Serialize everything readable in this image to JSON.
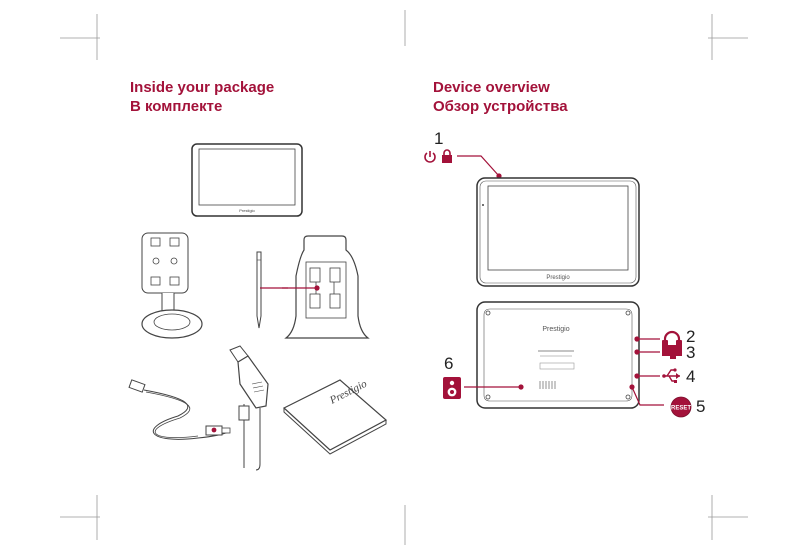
{
  "colors": {
    "accent": "#a3123a",
    "line": "#444444",
    "crop": "#999999"
  },
  "left": {
    "title_en": "Inside your package",
    "title_ru": "В комплекте",
    "items": [
      "device",
      "suction-mount",
      "stylus",
      "mount-holder",
      "usb-cable",
      "car-charger",
      "user-manual"
    ],
    "device_brand": "Prestigio",
    "manual_brand": "Prestigio"
  },
  "right": {
    "title_en": "Device overview",
    "title_ru": "Обзор устройства",
    "device_brand": "Prestigio",
    "callouts": [
      {
        "number": "1",
        "icons": [
          "power-icon",
          "lock-icon"
        ]
      },
      {
        "number": "2",
        "icons": [
          "headphones-icon"
        ]
      },
      {
        "number": "3",
        "icons": [
          "memory-card-icon"
        ]
      },
      {
        "number": "4",
        "icons": [
          "usb-icon"
        ]
      },
      {
        "number": "5",
        "icons": [
          "reset-icon"
        ],
        "label": "RESET"
      },
      {
        "number": "6",
        "icons": [
          "speaker-icon"
        ]
      }
    ]
  }
}
